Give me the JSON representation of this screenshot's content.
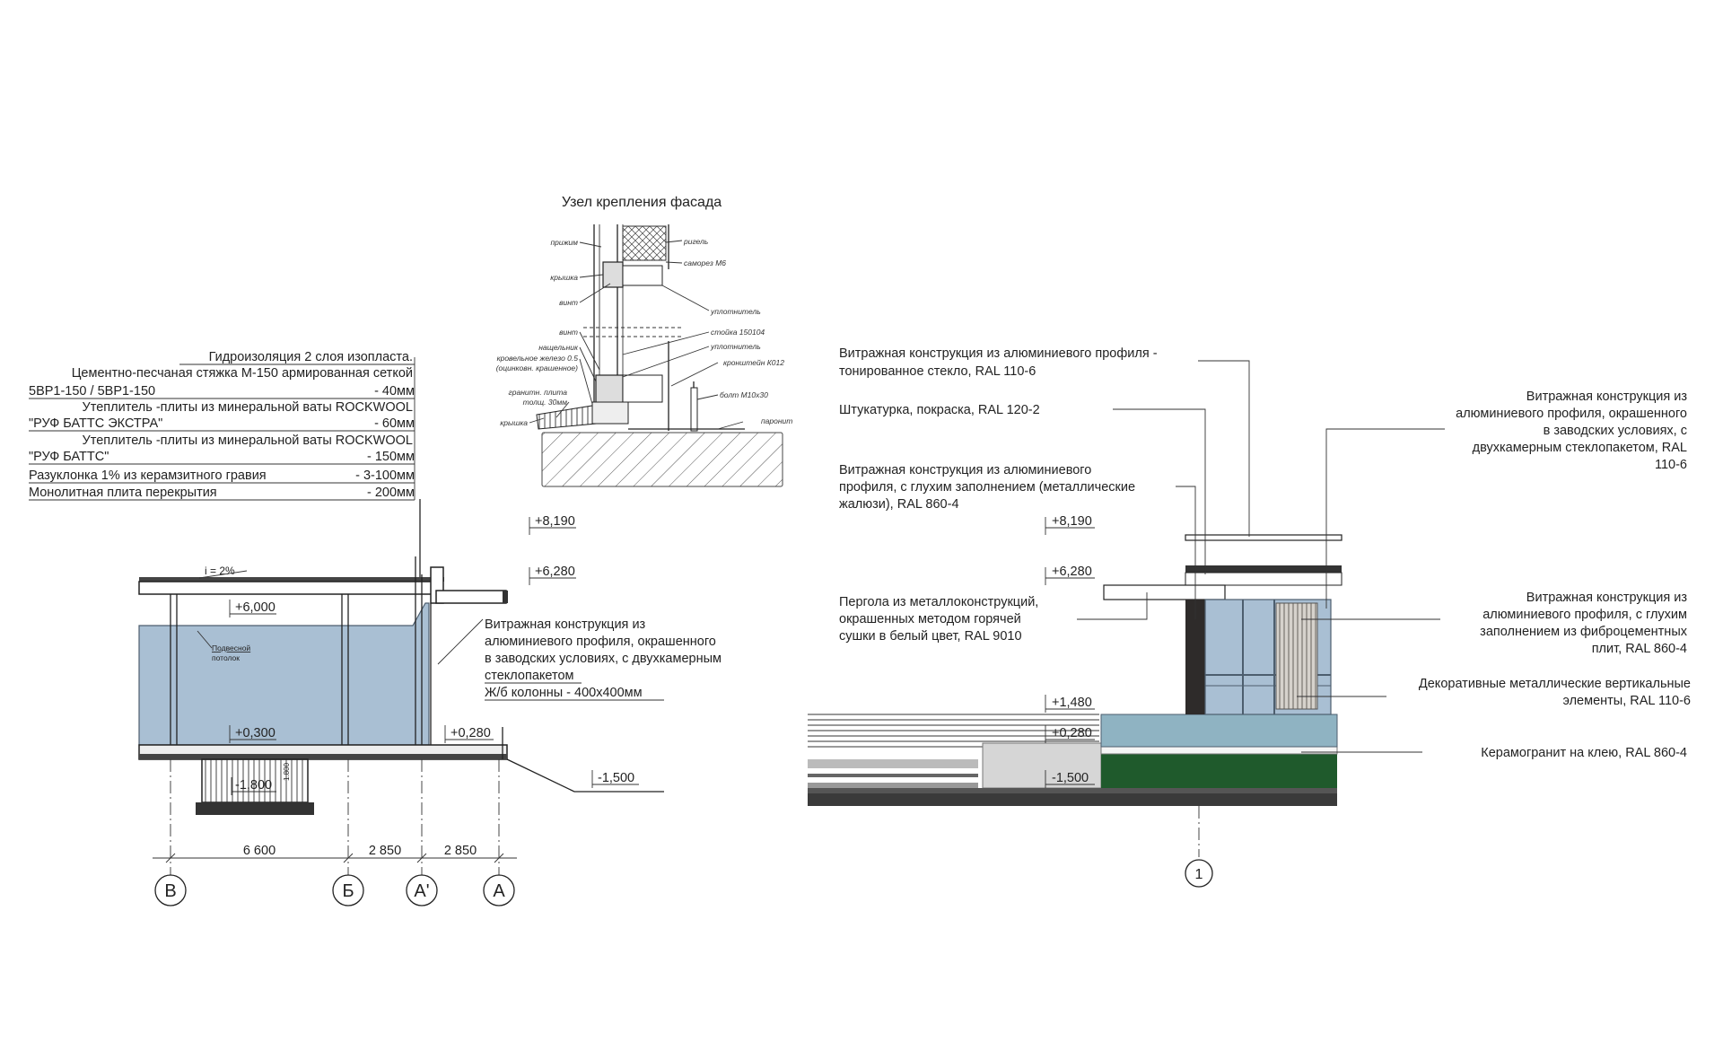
{
  "detail": {
    "title": "Узел крепления фасада",
    "labels": {
      "prizhim": "прижим",
      "kryshka": "крышка",
      "vint": "винт",
      "vint2": "винт",
      "naschelnik": "нащельник",
      "roof_metal": "кровельное железо 0.5",
      "roof_metal2": "(оцинковн. крашенное)",
      "granite": "гранитн. плита",
      "granite2": "толщ. 30мм",
      "kryshka2": "крышка",
      "rigel": "ригель",
      "samorez": "саморез М6",
      "uplotnitel": "уплотнитель",
      "stoyka": "стойка 150104",
      "uplotnitel2": "уплотнитель",
      "kronshtein": "кронштейн К012",
      "bolt": "болт М10х30",
      "paronit": "паронит"
    }
  },
  "section": {
    "layers": [
      {
        "text": "Гидроизоляция 2 слоя изопласта.",
        "value": ""
      },
      {
        "text": "Цементно-песчаная стяжка М-150 армированная сеткой",
        "value": ""
      },
      {
        "text": "5ВР1-150 / 5ВР1-150",
        "value": "- 40мм"
      },
      {
        "text": "Утеплитель -плиты из минеральной ваты ROCKWOOL",
        "value": ""
      },
      {
        "text": "\"РУФ БАТТС ЭКСТРА\"",
        "value": "- 60мм"
      },
      {
        "text": "Утеплитель -плиты из минеральной ваты ROCKWOOL",
        "value": ""
      },
      {
        "text": "\"РУФ БАТТС\"",
        "value": "- 150мм"
      },
      {
        "text": "Разуклонка 1% из керамзитного гравия",
        "value": "- 3-100мм"
      },
      {
        "text": "Монолитная плита перекрытия",
        "value": "- 200мм"
      }
    ],
    "slope": "i = 2%",
    "ceiling_label_1": "Подвесной",
    "ceiling_label_2": "потолок",
    "pit_depth": "1.800",
    "levels": {
      "l8190": "+8,190",
      "l6280": "+6,280",
      "l6000": "+6,000",
      "l0300": "+0,300",
      "l0280": "+0,280",
      "lm1800": "-1,800",
      "lm1500": "-1,500"
    },
    "callout": [
      "Витражная конструкция из",
      "алюминиевого профиля, окрашенного",
      "в заводских условиях, с двухкамерным",
      "стеклопакетом",
      "Ж/б колонны  - 400х400мм"
    ],
    "dimensions": [
      "6 600",
      "2 850",
      "2 850"
    ],
    "axes": [
      "В",
      "Б",
      "А'",
      "А"
    ]
  },
  "elevation": {
    "levels": {
      "l8190": "+8,190",
      "l6280": "+6,280",
      "l1480": "+1,480",
      "l0280": "+0,280",
      "lm1500": "-1,500"
    },
    "axis": "1",
    "left_notes": [
      [
        "Витражная конструкция из алюминиевого профиля -",
        "тонированное стекло, RAL 110-6"
      ],
      [
        "Штукатурка, покраска, RAL 120-2"
      ],
      [
        "Витражная конструкция из алюминиевого",
        "профиля, с глухим заполнением (металлические",
        "жалюзи), RAL 860-4"
      ],
      [
        "Пергола из металлоконструкций,",
        "окрашенных методом горячей",
        "сушки в белый цвет, RAL 9010"
      ]
    ],
    "right_notes": [
      [
        "Витражная конструкция из",
        "алюминиевого профиля, окрашенного",
        "в заводских условиях, с",
        "двухкамерным стеклопакетом, RAL",
        "110-6"
      ],
      [
        "Витражная конструкция из",
        "алюминиевого профиля, с глухим",
        "заполнением из фиброцементных",
        "плит, RAL 860-4"
      ],
      [
        "Декоративные металлические вертикальные",
        "элементы, RAL 110-6"
      ],
      [
        "Керамогранит на клею, RAL 860-4"
      ]
    ],
    "colors": {
      "glass": "#a9bfd3",
      "panel_dark": "#2e2b2a",
      "green_band": "#1f5a2c",
      "glass_low": "#8fb3c2"
    }
  }
}
